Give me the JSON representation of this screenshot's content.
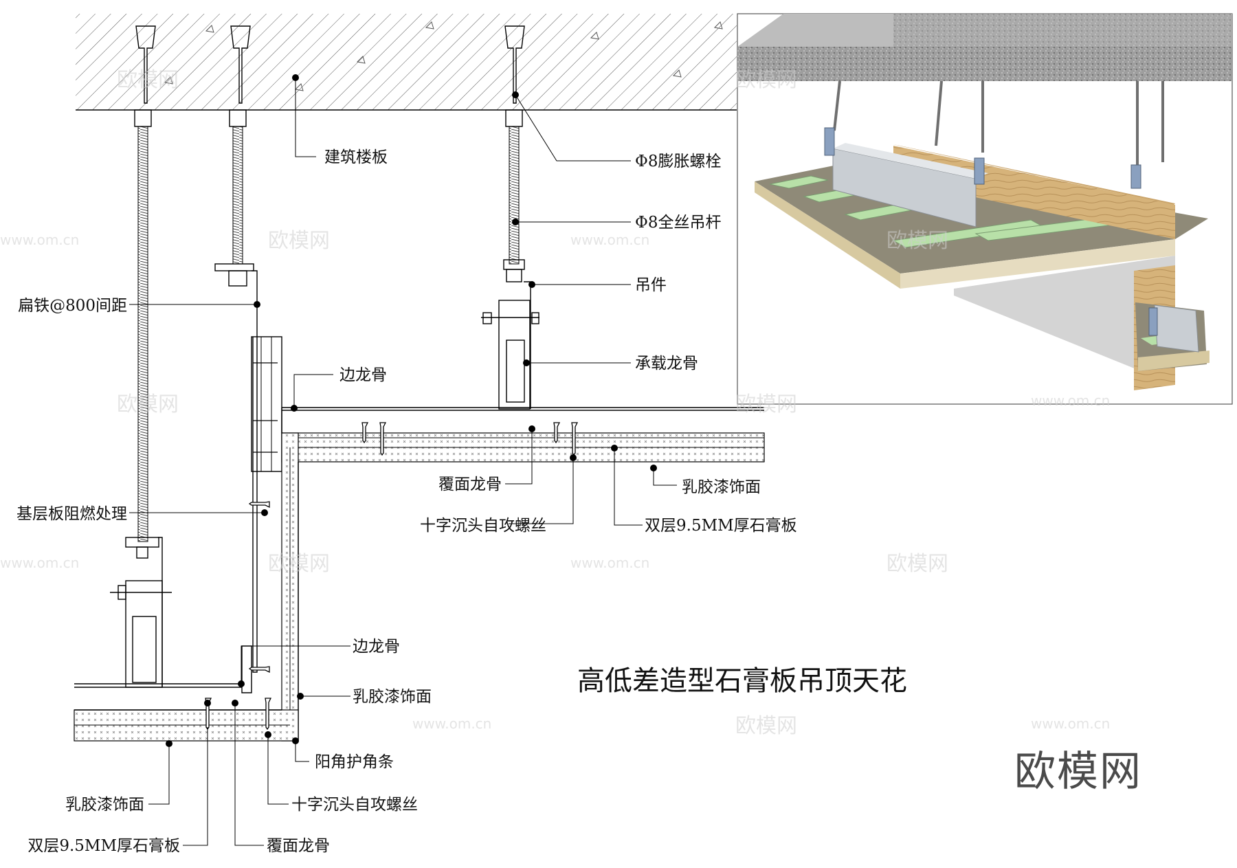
{
  "title": "高低差造型石膏板吊顶天花",
  "brand": "欧模网",
  "watermark": {
    "logo_text": "欧模网",
    "url_text": "www.om.cn"
  },
  "labels": {
    "slab": "建筑楼板",
    "anchor_bolt": "Φ8膨胀螺栓",
    "threaded_rod": "Φ8全丝吊杆",
    "hanger": "吊件",
    "main_runner": "承载龙骨",
    "flat_iron": "扁铁@800间距",
    "edge_keel_upper": "边龙骨",
    "cover_keel_upper": "覆面龙骨",
    "latex_paint_upper": "乳胶漆饰面",
    "screw_upper": "十字沉头自攻螺丝",
    "gypsum_upper": "双层9.5MM厚石膏板",
    "base_board": "基层板阻燃处理",
    "edge_keel_lower": "边龙骨",
    "latex_paint_side": "乳胶漆饰面",
    "corner_bead": "阳角护角条",
    "screw_lower": "十字沉头自攻螺丝",
    "latex_paint_lower": "乳胶漆饰面",
    "gypsum_lower": "双层9.5MM厚石膏板",
    "cover_keel_lower": "覆面龙骨"
  },
  "colors": {
    "line": "#000000",
    "concrete_3d": "#9a9a9a",
    "wood_3d": "#d9b77e",
    "keel_green_3d": "#b8e0a8",
    "metal_3d": "#b9bec4",
    "board_3d": "#8f8a78"
  }
}
